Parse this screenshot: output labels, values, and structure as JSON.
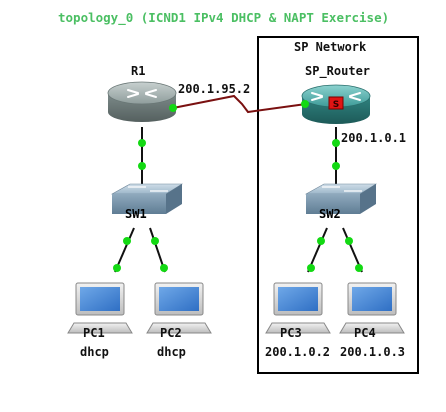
{
  "title": "topology_0 (ICND1 IPv4 DHCP & NAPT Exercise)",
  "sp_network": {
    "label": "SP Network"
  },
  "r1": {
    "label": "R1",
    "ip": "200.1.95.2"
  },
  "sp_router": {
    "label": "SP_Router",
    "ip": "200.1.0.1"
  },
  "sw1": {
    "label": "SW1"
  },
  "sw2": {
    "label": "SW2"
  },
  "pcs": [
    {
      "label": "PC1",
      "addr": "dhcp"
    },
    {
      "label": "PC2",
      "addr": "dhcp"
    },
    {
      "label": "PC3",
      "addr": "200.1.0.2"
    },
    {
      "label": "PC4",
      "addr": "200.1.0.3"
    }
  ],
  "colors": {
    "title": "#4bbf63",
    "link_serial": "#7a1010",
    "link_ethernet": "#111111",
    "port_up": "#13d913",
    "router_r1": "#7d8d8b",
    "router_sp": "#3a8f8c",
    "switch": "#8aa8bf"
  }
}
